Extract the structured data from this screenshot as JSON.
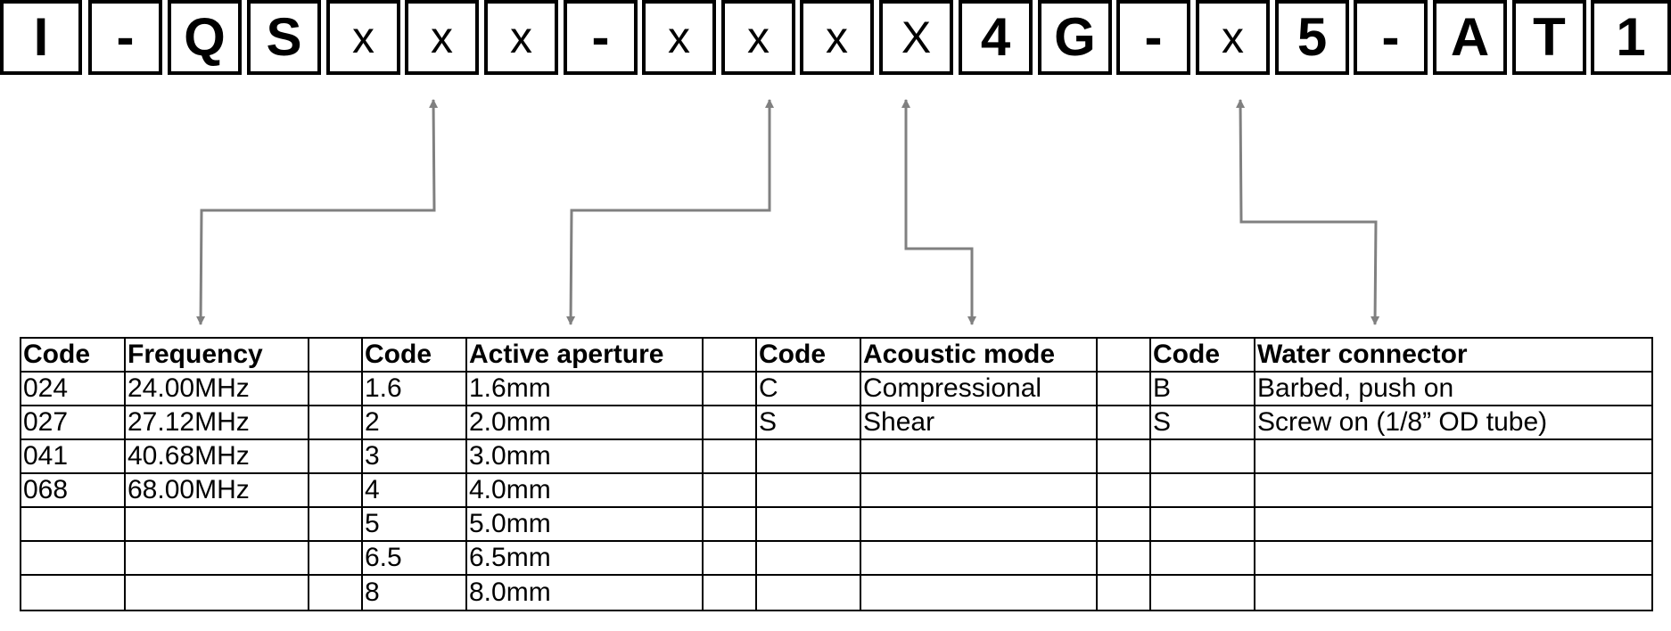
{
  "part_number": [
    "I",
    "-",
    "Q",
    "S",
    "x",
    "x",
    "x",
    "-",
    "x",
    "x",
    "x",
    "X",
    "4",
    "G",
    "-",
    "x",
    "5",
    "-",
    "A",
    "T",
    "1"
  ],
  "tables": [
    {
      "headers": [
        "Code",
        "Frequency"
      ],
      "rows": [
        [
          "024",
          "24.00MHz"
        ],
        [
          "027",
          "27.12MHz"
        ],
        [
          "041",
          "40.68MHz"
        ],
        [
          "068",
          "68.00MHz"
        ],
        [
          "",
          ""
        ],
        [
          "",
          ""
        ],
        [
          "",
          ""
        ]
      ]
    },
    {
      "headers": [
        "Code",
        "Active aperture"
      ],
      "rows": [
        [
          "1.6",
          "1.6mm"
        ],
        [
          "2",
          "2.0mm"
        ],
        [
          "3",
          "3.0mm"
        ],
        [
          "4",
          "4.0mm"
        ],
        [
          "5",
          "5.0mm"
        ],
        [
          "6.5",
          "6.5mm"
        ],
        [
          "8",
          "8.0mm"
        ]
      ]
    },
    {
      "headers": [
        "Code",
        "Acoustic mode"
      ],
      "rows": [
        [
          "C",
          "Compressional"
        ],
        [
          "S",
          "Shear"
        ],
        [
          "",
          ""
        ],
        [
          "",
          ""
        ],
        [
          "",
          ""
        ],
        [
          "",
          ""
        ],
        [
          "",
          ""
        ]
      ]
    },
    {
      "headers": [
        "Code",
        "Water connector"
      ],
      "rows": [
        [
          "B",
          "Barbed, push on"
        ],
        [
          "S",
          "Screw on (1/8” OD tube)"
        ],
        [
          "",
          ""
        ],
        [
          "",
          ""
        ],
        [
          "",
          ""
        ],
        [
          "",
          ""
        ],
        [
          "",
          ""
        ]
      ]
    }
  ],
  "colors": {
    "line": "#000000",
    "arrow": "#808080",
    "background": "#ffffff"
  }
}
